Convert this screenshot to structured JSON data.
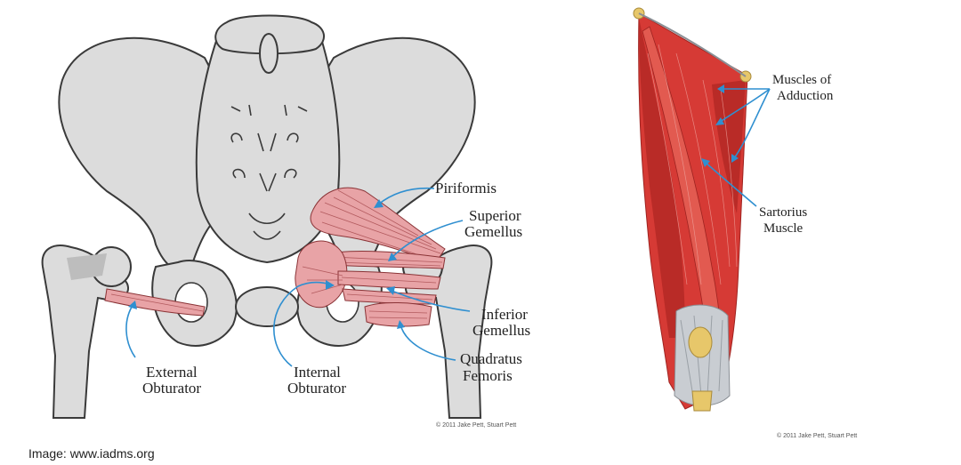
{
  "pelvis": {
    "labels": {
      "piriformis": "Piriformis",
      "superior_gemellus_1": "Superior",
      "superior_gemellus_2": "Gemellus",
      "inferior_gemellus_1": "Inferior",
      "inferior_gemellus_2": "Gemellus",
      "quadratus_femoris_1": "Quadratus",
      "quadratus_femoris_2": "Femoris",
      "internal_obturator_1": "Internal",
      "internal_obturator_2": "Obturator",
      "external_obturator_1": "External",
      "external_obturator_2": "Obturator"
    },
    "copyright": "© 2011 Jake Pett, Stuart Pett"
  },
  "thigh": {
    "labels": {
      "adduction_1": "Muscles of",
      "adduction_2": "Adduction",
      "sartorius_1": "Sartorius",
      "sartorius_2": "Muscle"
    },
    "copyright": "© 2011 Jake Pett, Stuart Pett"
  },
  "credit": "Image: www.iadms.org",
  "colors": {
    "bone": "#dcdcdc",
    "muscle": "#e8a3a6",
    "thigh_muscle": "#d63a35",
    "arrow": "#2f8fd0"
  }
}
